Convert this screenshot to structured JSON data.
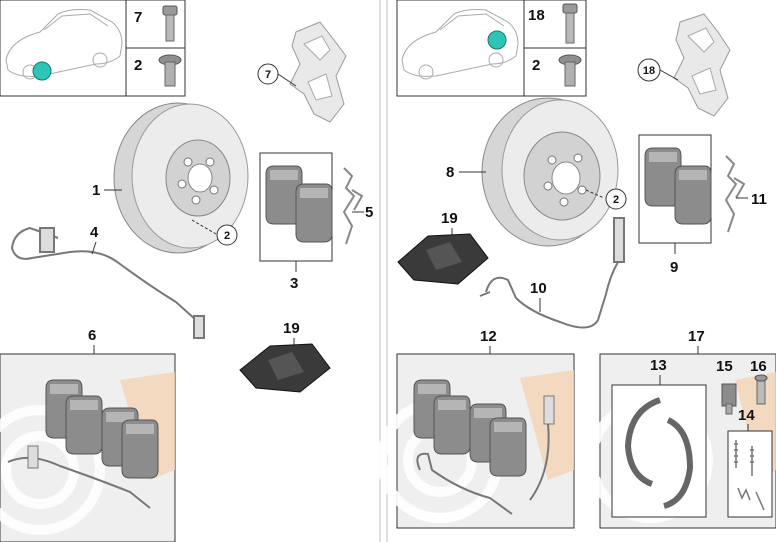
{
  "left_panel": {
    "thumb_labels": [
      "7",
      "2"
    ],
    "callouts": {
      "disc": "1",
      "circled_bolt": "2",
      "sensor": "4",
      "pad_set": "3",
      "spring": "5",
      "caliper_carrier": "7",
      "service_kit": "6",
      "grease": "19"
    }
  },
  "right_panel": {
    "thumb_labels": [
      "18",
      "2"
    ],
    "callouts": {
      "disc": "8",
      "circled_bolt": "2",
      "caliper_carrier": "18",
      "pad_set": "9",
      "spring": "11",
      "sensor": "10",
      "grease": "19",
      "service_kit": "12",
      "parking_brake_kit": "17",
      "brake_shoes": "13",
      "part_15": "15",
      "part_16": "16",
      "part_14": "14"
    }
  },
  "colors": {
    "marker": "#2ec4b6",
    "disc": "#e6e6e6",
    "pad": "#8c8c8c",
    "kit_bg": "#efefef",
    "kit_accent": "#f2d3b3"
  }
}
